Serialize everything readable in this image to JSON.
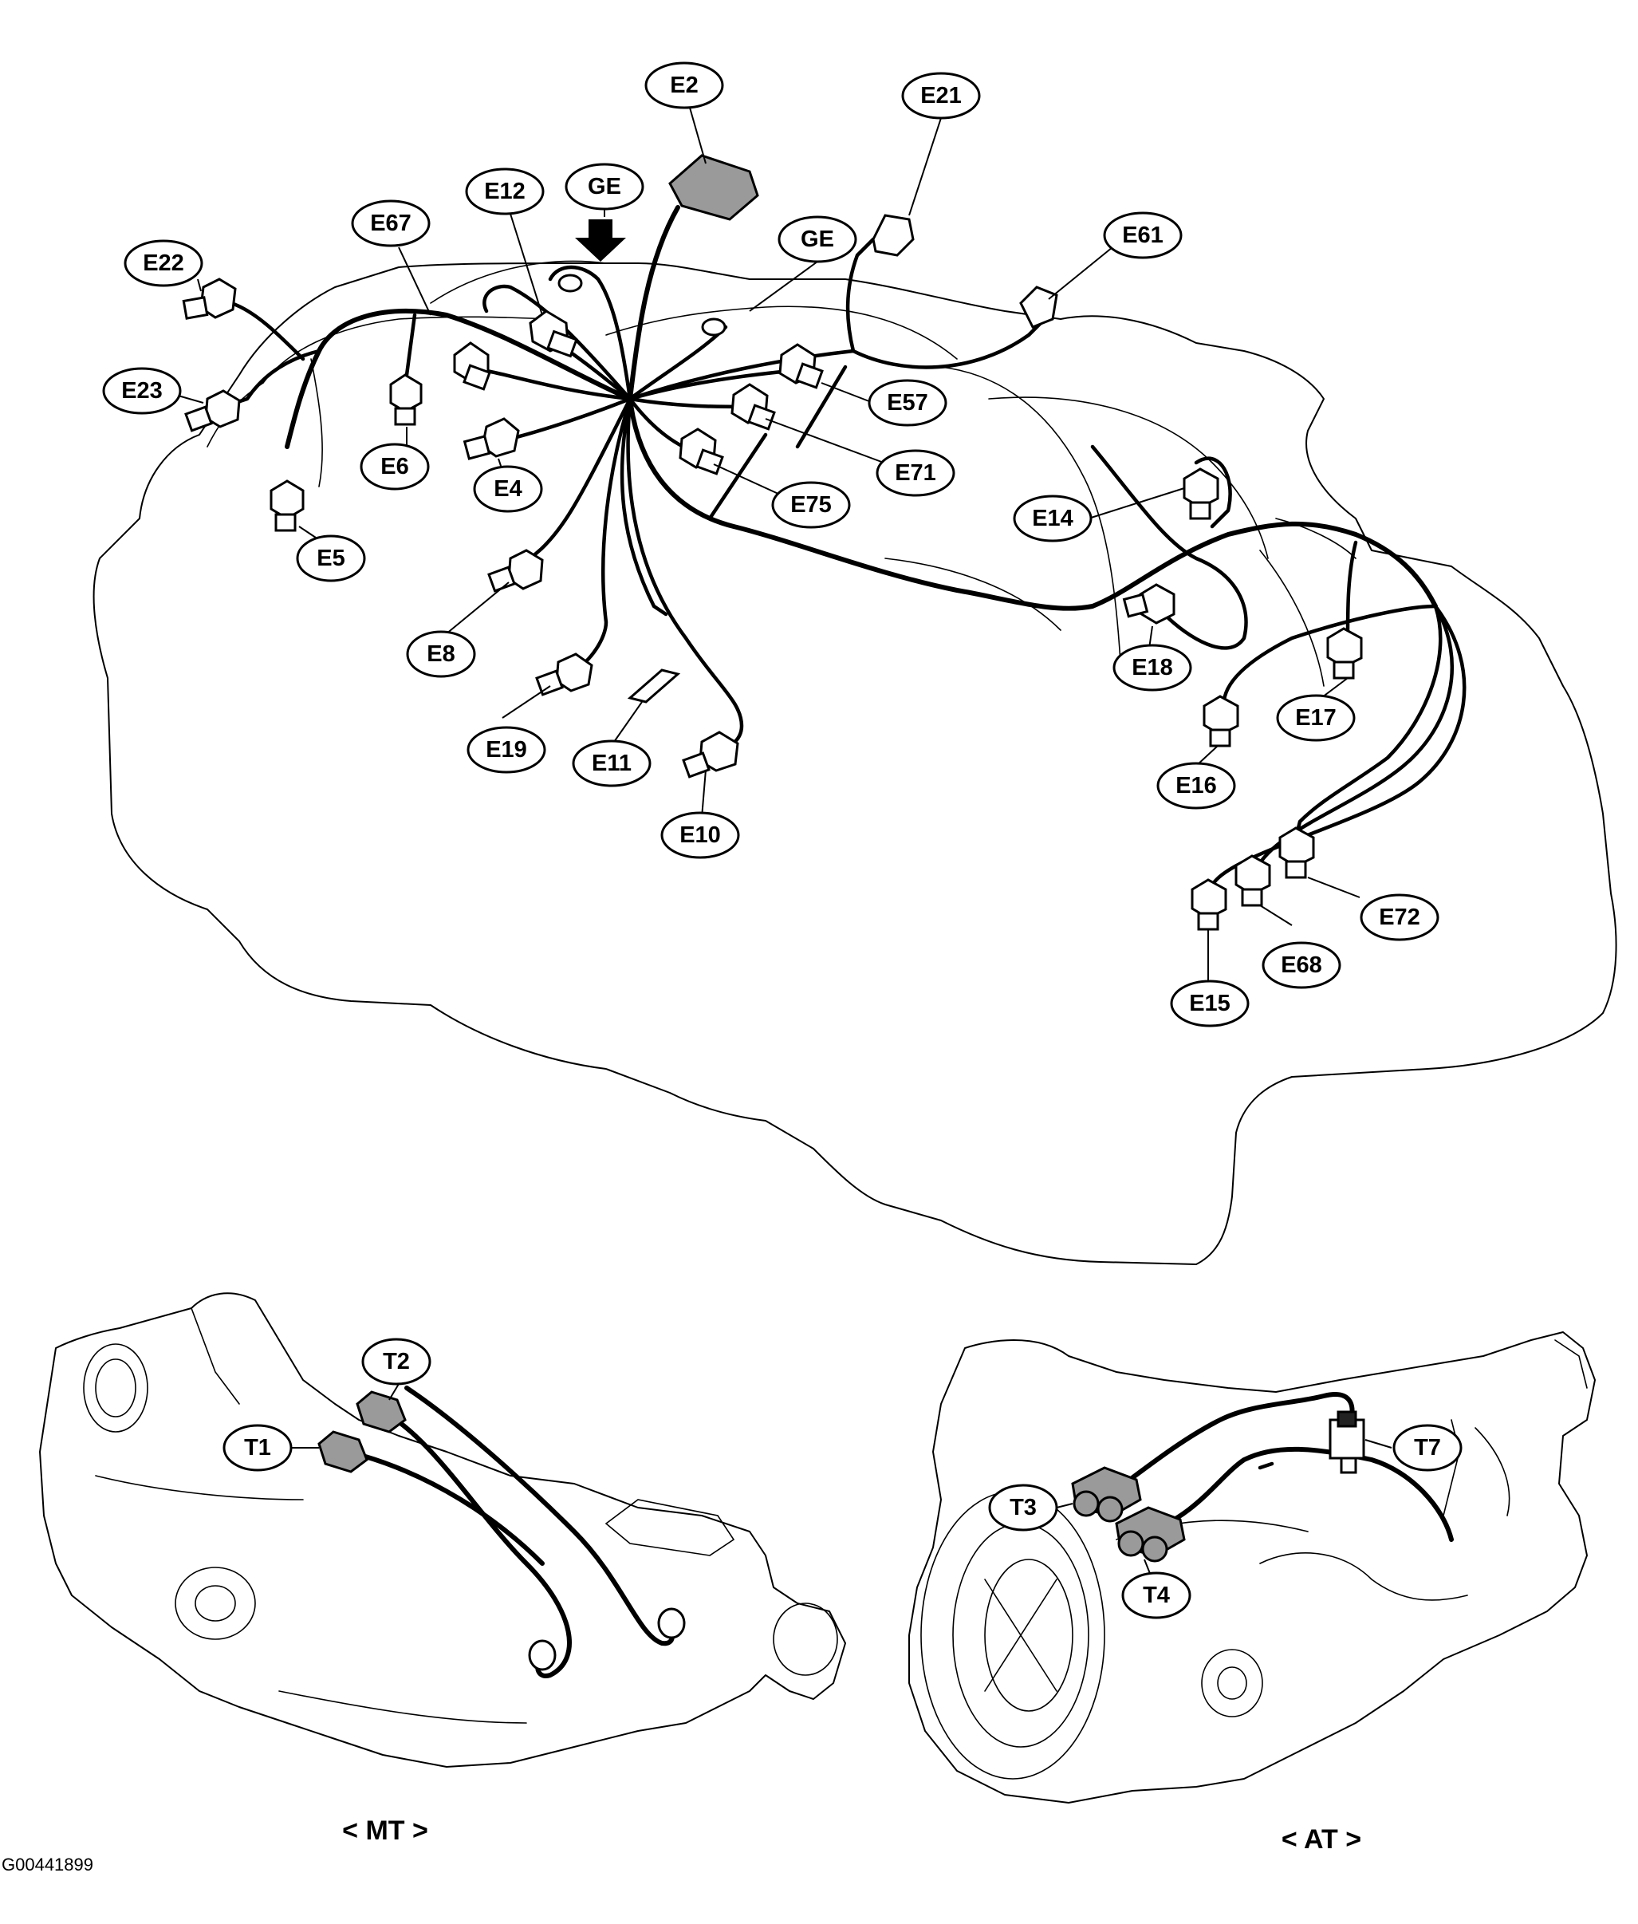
{
  "engine_connectors": [
    "E2",
    "E21",
    "E61",
    "GE",
    "GE",
    "E12",
    "E67",
    "E22",
    "E23",
    "E6",
    "E4",
    "E5",
    "E57",
    "E71",
    "E75",
    "E14",
    "E18",
    "E8",
    "E19",
    "E11",
    "E10",
    "E17",
    "E16",
    "E72",
    "E68",
    "E15"
  ],
  "mt_connectors": [
    "T2",
    "T1"
  ],
  "at_connectors": [
    "T3",
    "T4",
    "T7"
  ],
  "captions": {
    "mt": "< MT >",
    "at": "< AT >"
  },
  "figure_id": "G00441899"
}
